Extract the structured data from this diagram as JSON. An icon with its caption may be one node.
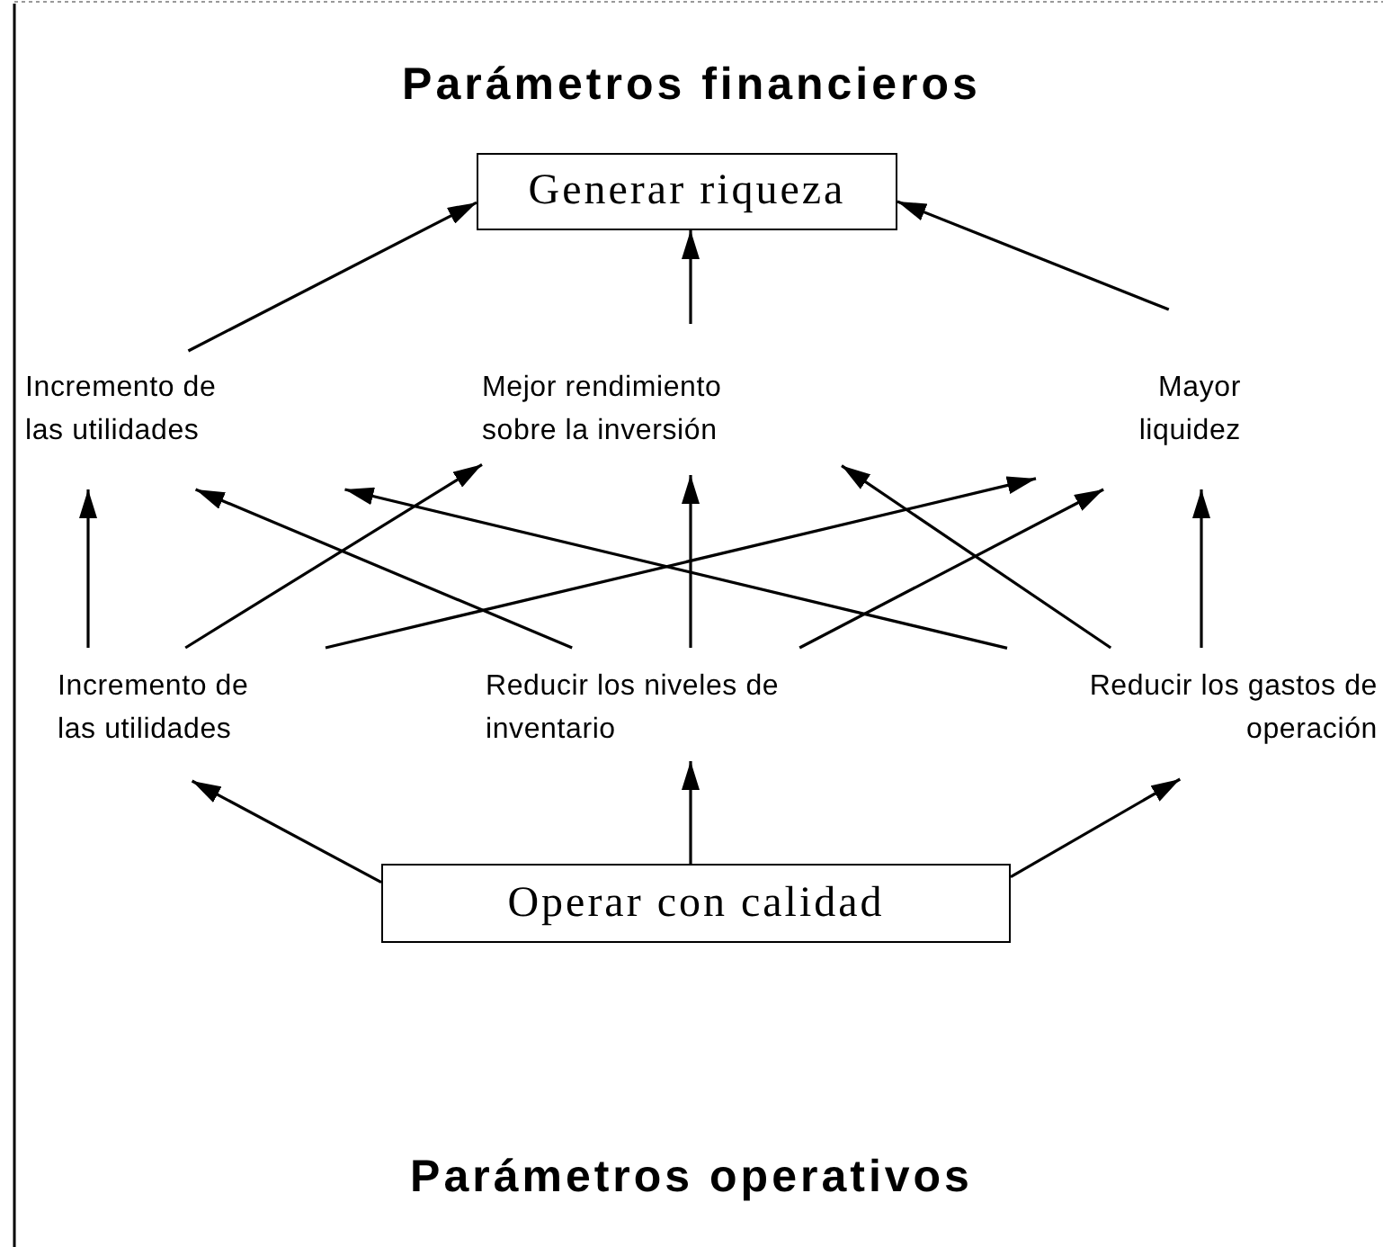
{
  "diagram": {
    "title": "Parámetros financieros",
    "nodes": [
      {
        "text": [
          "Generar riqueza"
        ]
      },
      {
        "text": [
          "Incremento de las utilidades"
        ]
      },
      {
        "text": [
          "Mejor rendimiento sobre la inversión"
        ]
      },
      {
        "text": [
          "Mayor liquidez"
        ]
      },
      {
        "text": [
          "Incremento de las utilidades"
        ]
      },
      {
        "text": [
          "Reducir los niveles de inventario"
        ]
      },
      {
        "text": [
          "Reducir los gastos de operación"
        ]
      },
      {
        "text": [
          "Operar con calidad"
        ]
      }
    ],
    "edges": [
      {
        "from": 1,
        "to": 0,
        "arrow": "to"
      },
      {
        "from": 2,
        "to": 0,
        "arrow": "to"
      },
      {
        "from": 3,
        "to": 0,
        "arrow": "to"
      },
      {
        "from": 4,
        "to": 1,
        "arrow": "to"
      },
      {
        "from": 4,
        "to": 2,
        "arrow": "to"
      },
      {
        "from": 4,
        "to": 3,
        "arrow": "to"
      },
      {
        "from": 5,
        "to": 1,
        "arrow": "to"
      },
      {
        "from": 5,
        "to": 2,
        "arrow": "to"
      },
      {
        "from": 5,
        "to": 3,
        "arrow": "to"
      },
      {
        "from": 6,
        "to": 1,
        "arrow": "to"
      },
      {
        "from": 6,
        "to": 2,
        "arrow": "to"
      },
      {
        "from": 6,
        "to": 3,
        "arrow": "to"
      },
      {
        "from": 7,
        "to": 4,
        "arrow": "to"
      },
      {
        "from": 7,
        "to": 5,
        "arrow": "to"
      },
      {
        "from": 7,
        "to": 6,
        "arrow": "to"
      }
    ],
    "labels": [
      "Parámetros operativos"
    ]
  }
}
